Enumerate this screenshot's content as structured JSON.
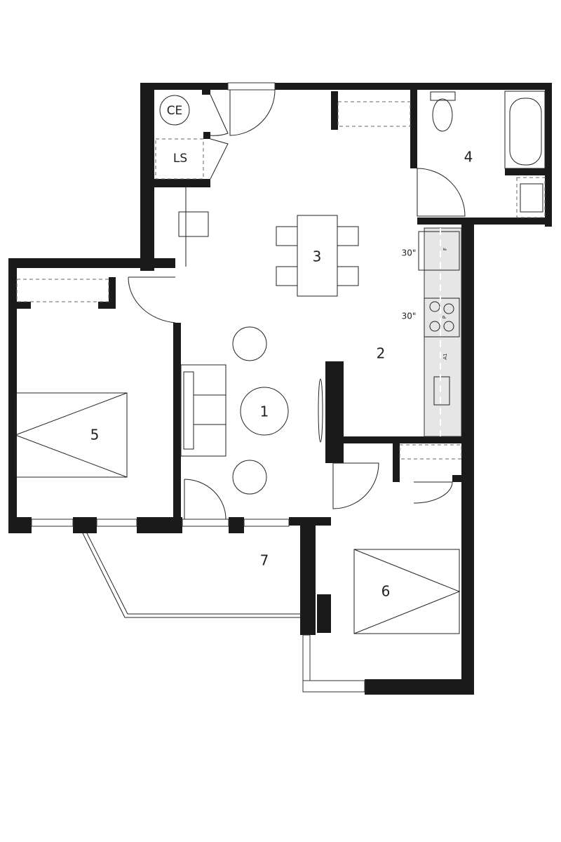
{
  "plan": {
    "rooms": [
      {
        "id": "1",
        "label": "1"
      },
      {
        "id": "2",
        "label": "2"
      },
      {
        "id": "3",
        "label": "3"
      },
      {
        "id": "4",
        "label": "4"
      },
      {
        "id": "5",
        "label": "5"
      },
      {
        "id": "6",
        "label": "6"
      },
      {
        "id": "7",
        "label": "7"
      }
    ],
    "closets": {
      "ce": "CE",
      "ls": "LS"
    },
    "kitchen": {
      "fridge_width": "30\"",
      "range_width": "30\"",
      "fridge_tag": "F",
      "range_tag": "P",
      "counter_tag": "A1"
    }
  }
}
